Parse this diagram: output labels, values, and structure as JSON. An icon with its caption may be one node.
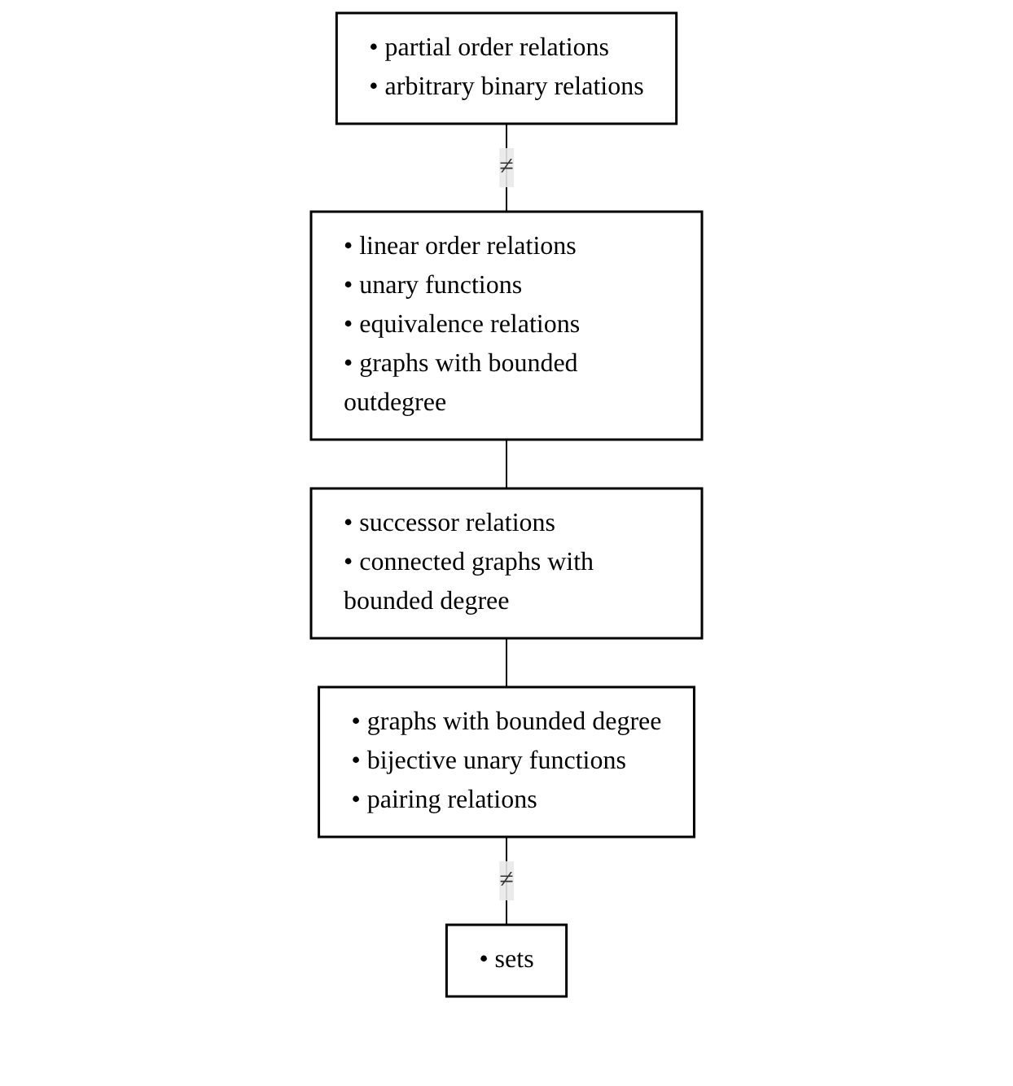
{
  "diagram": {
    "nodes": [
      {
        "text": [
          "• partial order relations",
          "• arbitrary binary relations"
        ]
      },
      {
        "text": [
          "• linear order relations",
          "• unary functions",
          "• equivalence relations",
          "• graphs with bounded outdegree"
        ]
      },
      {
        "text": [
          "• successor relations",
          "• connected graphs with bounded degree"
        ]
      },
      {
        "text": [
          "• graphs with bounded degree",
          "• bijective unary functions",
          "• pairing relations"
        ]
      },
      {
        "text": [
          "• sets"
        ]
      }
    ],
    "edges": [
      {
        "from": 0,
        "to": 1,
        "arrow": "none",
        "label": "≠"
      },
      {
        "from": 1,
        "to": 2,
        "arrow": "none"
      },
      {
        "from": 2,
        "to": 3,
        "arrow": "none"
      },
      {
        "from": 3,
        "to": 4,
        "arrow": "none",
        "label": "≠"
      }
    ]
  }
}
